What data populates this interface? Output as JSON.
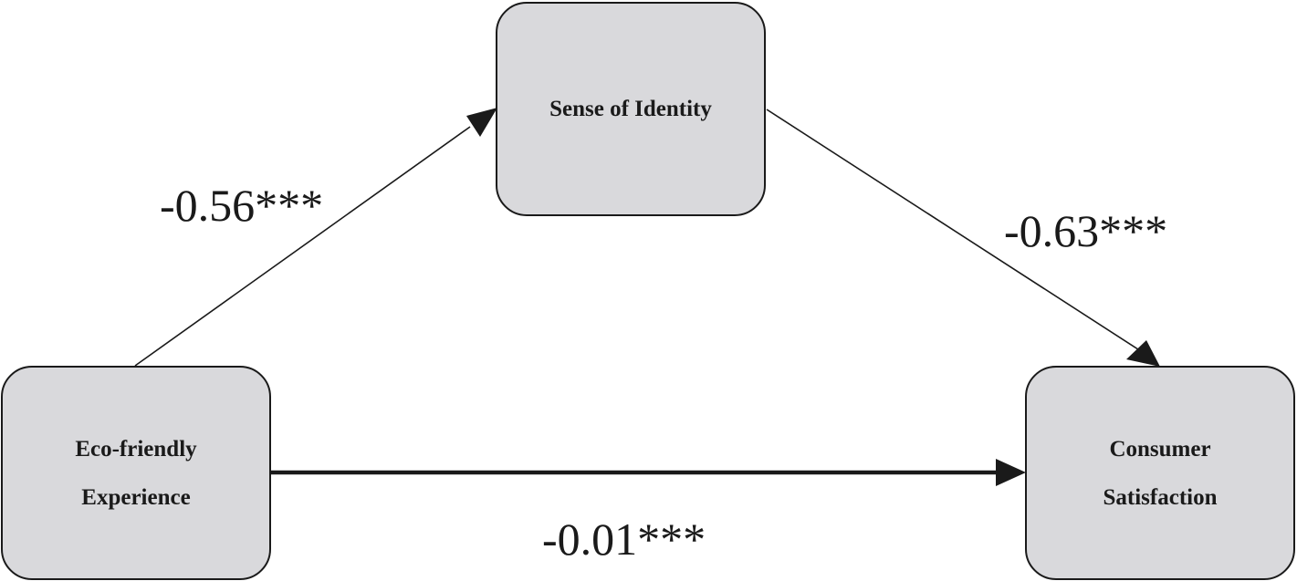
{
  "nodes": {
    "identity": {
      "lines": [
        "Sense of Identity"
      ]
    },
    "eco": {
      "lines": [
        "Eco-friendly",
        "Experience"
      ]
    },
    "satisfaction": {
      "lines": [
        "Consumer",
        "Satisfaction"
      ]
    }
  },
  "paths": [
    {
      "from": "Eco-friendly Experience",
      "to": "Sense of Identity",
      "coefficient": "-0.56***"
    },
    {
      "from": "Sense of Identity",
      "to": "Consumer Satisfaction",
      "coefficient": "-0.63***"
    },
    {
      "from": "Eco-friendly Experience",
      "to": "Consumer Satisfaction",
      "coefficient": "-0.01***"
    }
  ],
  "colors": {
    "node_fill": "#d9d9dc",
    "stroke": "#1a1a1a"
  }
}
